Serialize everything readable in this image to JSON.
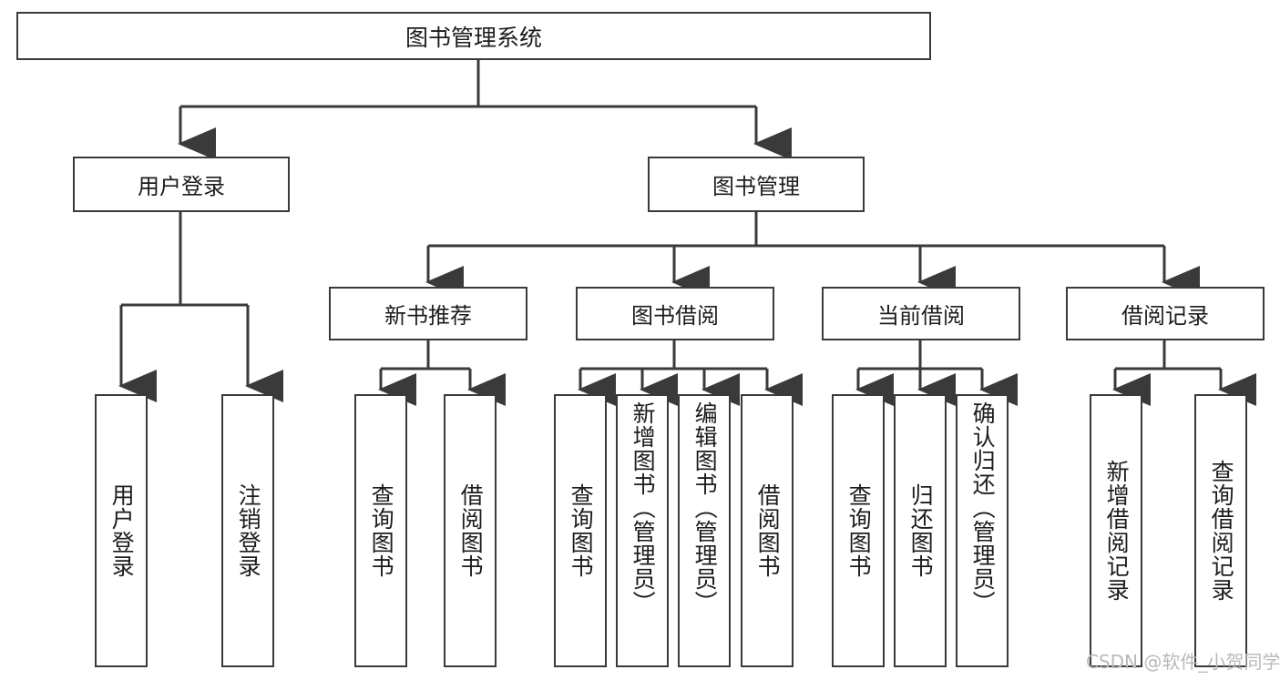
{
  "diagram": {
    "type": "tree-hierarchy",
    "title": "图书管理系统",
    "watermark": "CSDN @软件_小贺同学",
    "colors": {
      "box_border": "#3a3a3a",
      "box_fill": "#ffffff",
      "connector": "#3a3a3a",
      "text": "#1c1c1c",
      "watermark": "#b9b9b9",
      "background": "#ffffff"
    },
    "nodes": {
      "root": {
        "label": "图书管理系统"
      },
      "level2": [
        {
          "id": "user-login",
          "label": "用户登录"
        },
        {
          "id": "book-manage",
          "label": "图书管理"
        }
      ],
      "level3": [
        {
          "id": "new-book-recommend",
          "label": "新书推荐"
        },
        {
          "id": "book-borrow",
          "label": "图书借阅"
        },
        {
          "id": "current-borrow",
          "label": "当前借阅"
        },
        {
          "id": "borrow-record",
          "label": "借阅记录"
        }
      ],
      "leaves": {
        "user-login": [
          {
            "id": "leaf-user-login",
            "label": "用户登录"
          },
          {
            "id": "leaf-logout-login",
            "label": "注销登录"
          }
        ],
        "new-book-recommend": [
          {
            "id": "leaf-query-book-1",
            "label": "查询图书"
          },
          {
            "id": "leaf-borrow-book-1",
            "label": "借阅图书"
          }
        ],
        "book-borrow": [
          {
            "id": "leaf-query-book-2",
            "label": "查询图书"
          },
          {
            "id": "leaf-add-book",
            "label": "新增图书（管理员）"
          },
          {
            "id": "leaf-edit-book",
            "label": "编辑图书（管理员）"
          },
          {
            "id": "leaf-borrow-book-2",
            "label": "借阅图书"
          }
        ],
        "current-borrow": [
          {
            "id": "leaf-query-book-3",
            "label": "查询图书"
          },
          {
            "id": "leaf-return-book",
            "label": "归还图书"
          },
          {
            "id": "leaf-confirm-return",
            "label": "确认归还（管理员）"
          }
        ],
        "borrow-record": [
          {
            "id": "leaf-add-record",
            "label": "新增借阅记录"
          },
          {
            "id": "leaf-query-record",
            "label": "查询借阅记录"
          }
        ]
      }
    }
  }
}
